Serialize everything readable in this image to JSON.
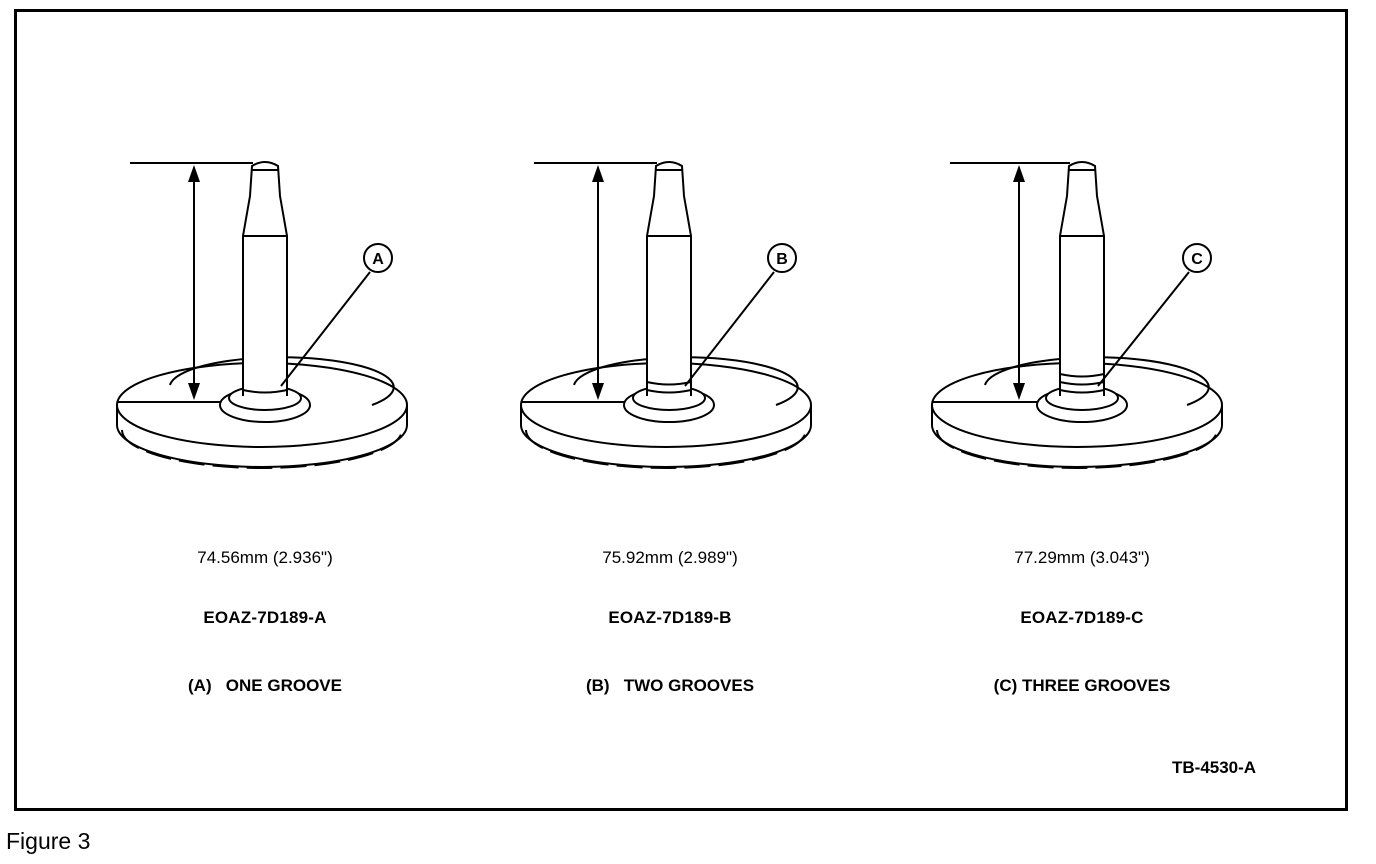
{
  "panels": [
    {
      "callout": "A",
      "dimension": "74.56mm (2.936\")",
      "part_number": "EOAZ-7D189-A",
      "letter": "(A)",
      "description": "ONE GROOVE",
      "grooves": 1
    },
    {
      "callout": "B",
      "dimension": "75.92mm (2.989\")",
      "part_number": "EOAZ-7D189-B",
      "letter": "(B)",
      "description": "TWO GROOVES",
      "grooves": 2
    },
    {
      "callout": "C",
      "dimension": "77.29mm (3.043\")",
      "part_number": "EOAZ-7D189-C",
      "letter": "(C)",
      "description": "THREE GROOVES",
      "grooves": 3
    }
  ],
  "reference_code": "TB-4530-A",
  "caption": "Figure 3"
}
